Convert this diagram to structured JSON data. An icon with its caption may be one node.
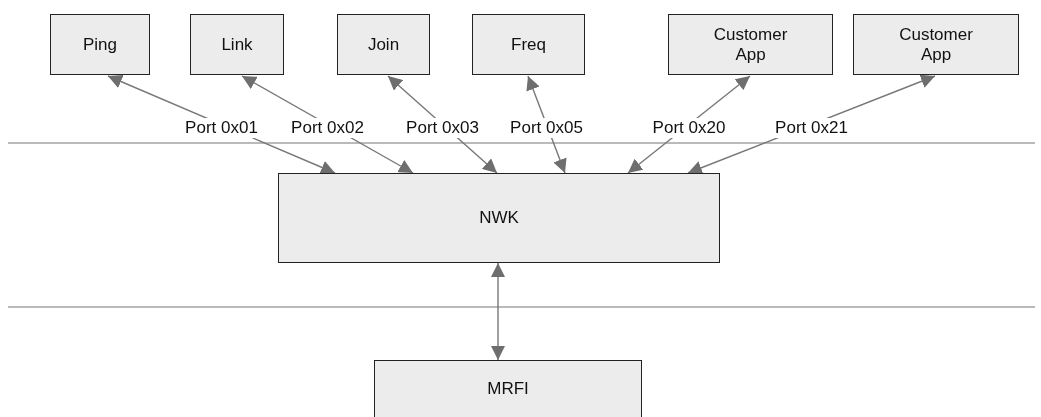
{
  "diagram": {
    "nodes": [
      {
        "text": [
          "Ping"
        ]
      },
      {
        "text": [
          "Link"
        ]
      },
      {
        "text": [
          "Join"
        ]
      },
      {
        "text": [
          "Freq"
        ]
      },
      {
        "text": [
          "Customer App"
        ]
      },
      {
        "text": [
          "Customer App"
        ]
      },
      {
        "text": [
          "NWK"
        ]
      },
      {
        "text": [
          "MRFI"
        ]
      }
    ],
    "edges": [
      {
        "from": 6,
        "to": 0,
        "arrow": "both",
        "label": "Port 0x01"
      },
      {
        "from": 6,
        "to": 1,
        "arrow": "both",
        "label": "Port 0x02"
      },
      {
        "from": 6,
        "to": 2,
        "arrow": "both",
        "label": "Port 0x03"
      },
      {
        "from": 6,
        "to": 3,
        "arrow": "both",
        "label": "Port 0x05"
      },
      {
        "from": 6,
        "to": 4,
        "arrow": "both",
        "label": "Port 0x20"
      },
      {
        "from": 6,
        "to": 5,
        "arrow": "both",
        "label": "Port 0x21"
      },
      {
        "from": 6,
        "to": 7,
        "arrow": "both"
      }
    ]
  }
}
